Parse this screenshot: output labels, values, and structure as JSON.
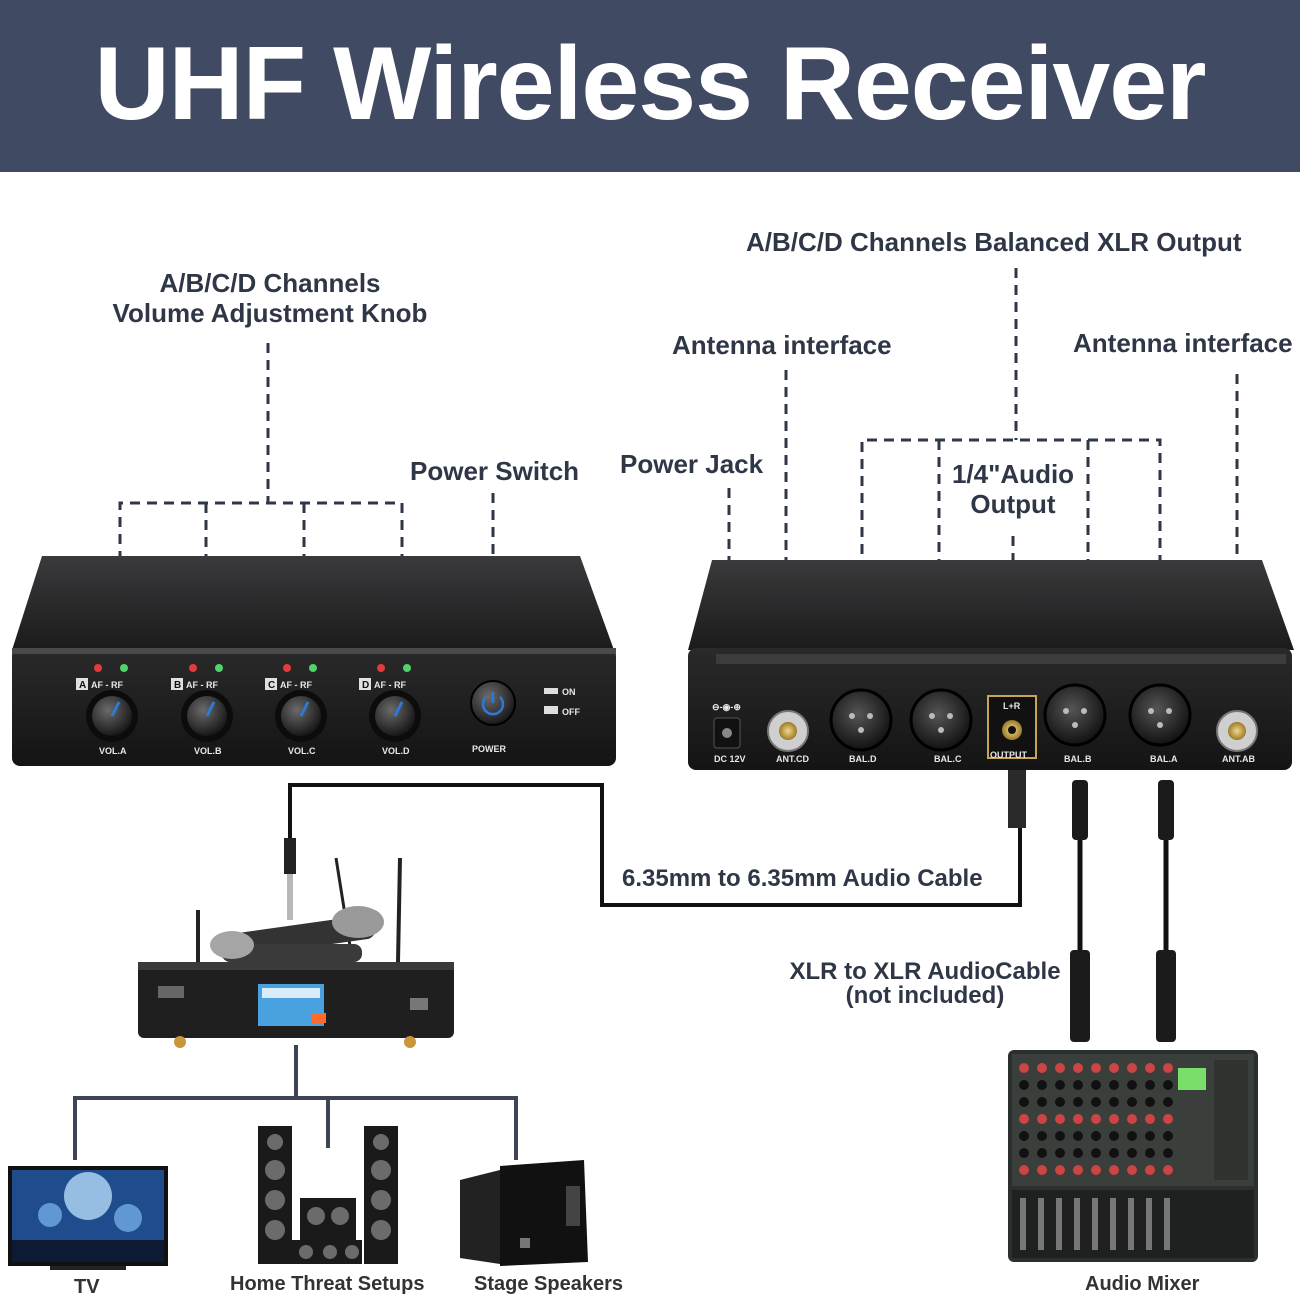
{
  "banner": {
    "title": "UHF Wireless Receiver"
  },
  "labels": {
    "volume_knob": [
      "A/B/C/D Channels",
      "Volume Adjustment Knob"
    ],
    "power_switch": "Power Switch",
    "power_jack": "Power Jack",
    "antenna_left": "Antenna interface",
    "antenna_right": "Antenna interface",
    "xlr_output": "A/B/C/D Channels Balanced XLR Output",
    "audio_output": [
      "1/4\"Audio",
      "Output"
    ],
    "audio_cable": "6.35mm to 6.35mm Audio Cable",
    "xlr_cable": [
      "XLR to XLR AudioCable",
      "(not included)"
    ],
    "tv": "TV",
    "home": "Home Threat Setups",
    "stage": "Stage Speakers",
    "mixer": "Audio Mixer"
  },
  "front_panel": {
    "channels": [
      {
        "tag": "A",
        "af_rf": "AF - RF",
        "vol": "VOL.A"
      },
      {
        "tag": "B",
        "af_rf": "AF - RF",
        "vol": "VOL.B"
      },
      {
        "tag": "C",
        "af_rf": "AF - RF",
        "vol": "VOL.C"
      },
      {
        "tag": "D",
        "af_rf": "AF - RF",
        "vol": "VOL.D"
      }
    ],
    "on": "ON",
    "off": "OFF",
    "power": "POWER"
  },
  "rear_panel": {
    "dc": "DC 12V",
    "ant_cd": "ANT.CD",
    "bal_d": "BAL.D",
    "bal_c": "BAL.C",
    "lr": "L+R",
    "output": "OUTPUT",
    "bal_b": "BAL.B",
    "bal_a": "BAL.A",
    "ant_ab": "ANT.AB"
  },
  "colors": {
    "banner": "#414a63",
    "label": "#2f3747",
    "knob_accent": "#2f78d6"
  }
}
